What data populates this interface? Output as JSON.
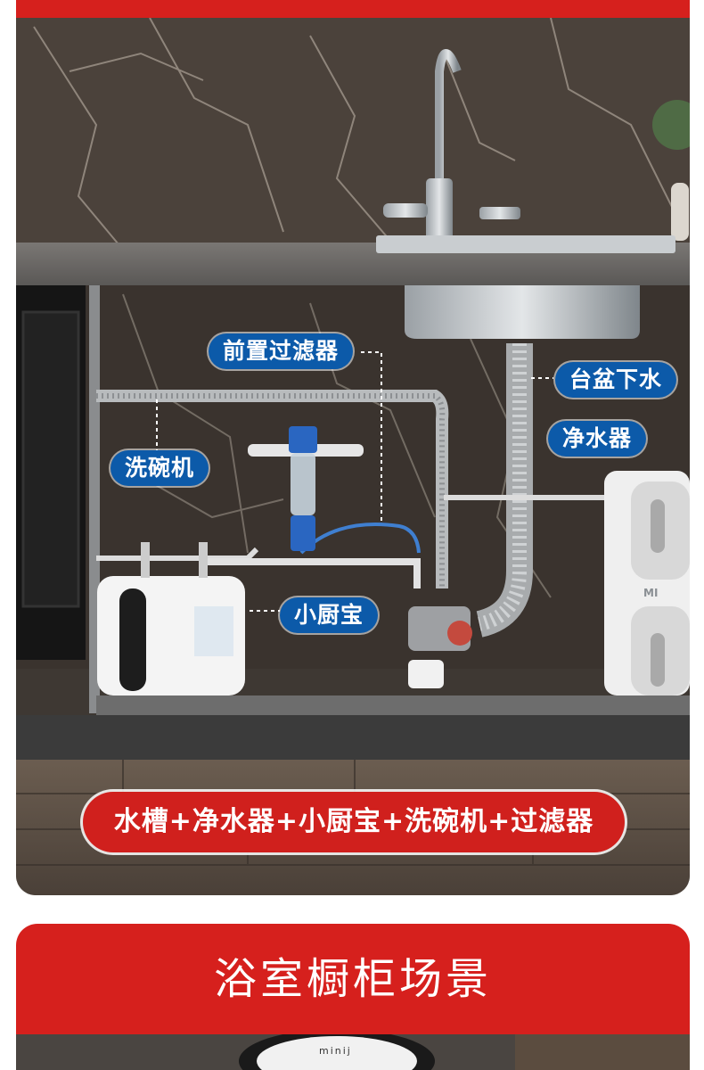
{
  "labels": {
    "pre_filter": "前置过滤器",
    "basin_drain": "台盆下水",
    "dishwasher": "洗碗机",
    "water_purifier": "净水器",
    "mini_heater": "小厨宝"
  },
  "combo_text": "水槽+净水器+小厨宝+洗碗机+过滤器",
  "section_title": "浴室橱柜场景",
  "bottom_brand": "minij",
  "purifier_logo": "MI",
  "colors": {
    "accent_red": "#d6201d",
    "label_blue": "#0c5aa9"
  }
}
